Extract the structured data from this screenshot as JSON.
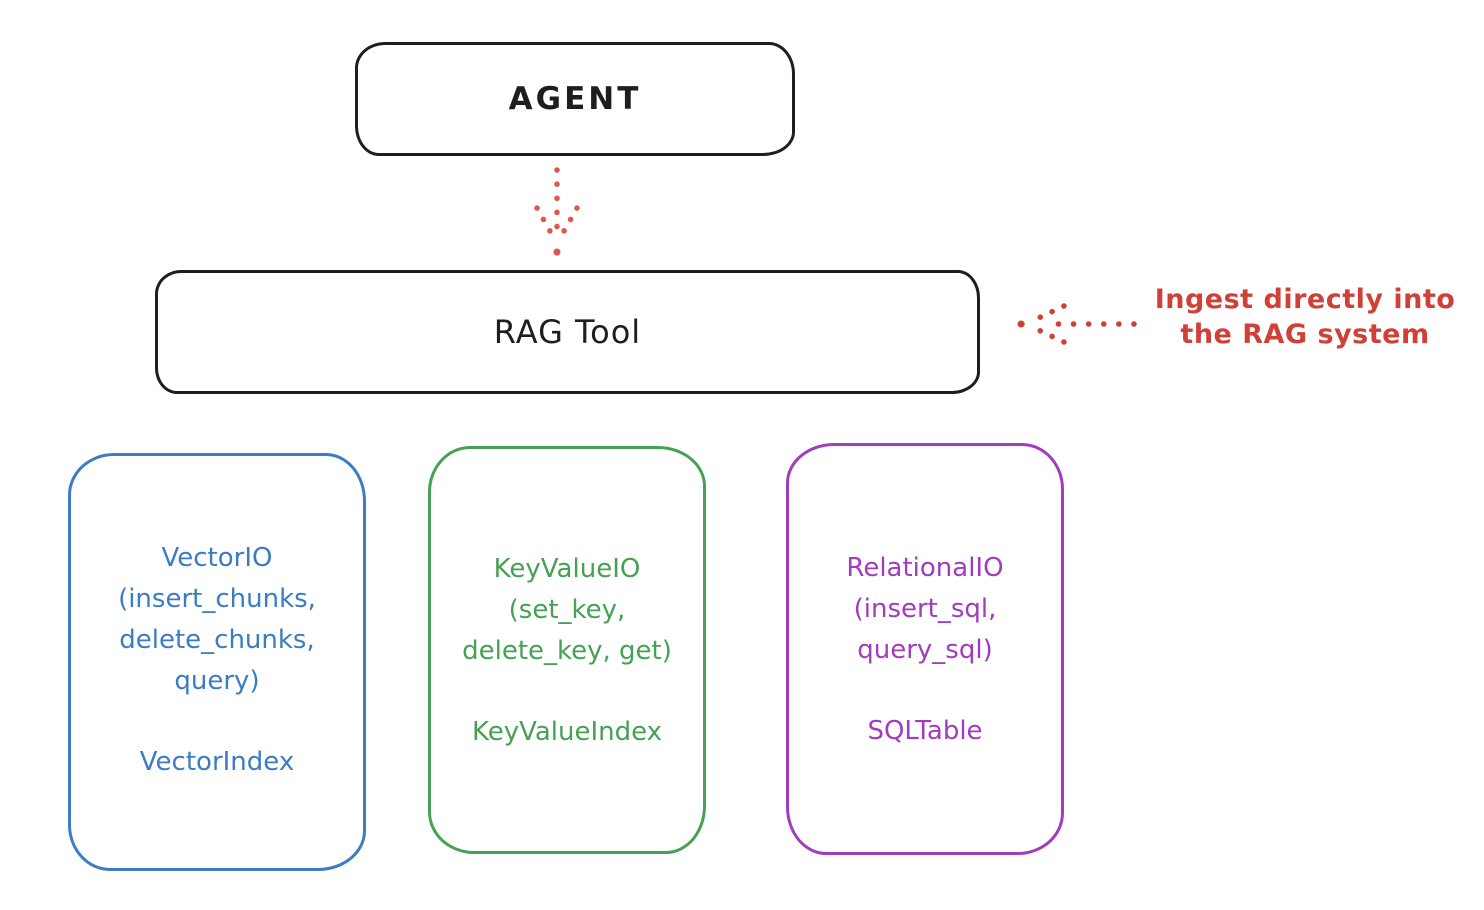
{
  "diagram": {
    "agent_box": {
      "label": "AGENT"
    },
    "rag_tool_box": {
      "label": "RAG Tool"
    },
    "annotation": {
      "text_line1": "Ingest directly into",
      "text_line2": "the RAG system",
      "color": "#cf4136"
    },
    "arrows": [
      {
        "name": "agent-to-ragtool-arrow",
        "style": "dotted",
        "direction": "down",
        "color": "#df564c"
      },
      {
        "name": "ingest-into-ragtool-arrow",
        "style": "dotted",
        "direction": "left",
        "color": "#cf4136"
      }
    ],
    "storage_nodes": [
      {
        "title": "VectorIO",
        "methods_lines": [
          "(insert_chunks,",
          "delete_chunks,",
          "query)"
        ],
        "index_label": "VectorIndex",
        "color": "#3b7cc4"
      },
      {
        "title": "KeyValueIO",
        "methods_lines": [
          "(set_key,",
          "delete_key, get)"
        ],
        "index_label": "KeyValueIndex",
        "color": "#46a155"
      },
      {
        "title": "RelationalIO",
        "methods_lines": [
          "(insert_sql,",
          "query_sql)"
        ],
        "index_label": "SQLTable",
        "color": "#a13cbe"
      }
    ]
  },
  "colors": {
    "background": "#ffffff",
    "box_stroke": "#1e1e1e",
    "accent_red": "#cf4136",
    "vector_blue": "#3b7cc4",
    "keyvalue_green": "#46a155",
    "relational_purple": "#a13cbe"
  }
}
